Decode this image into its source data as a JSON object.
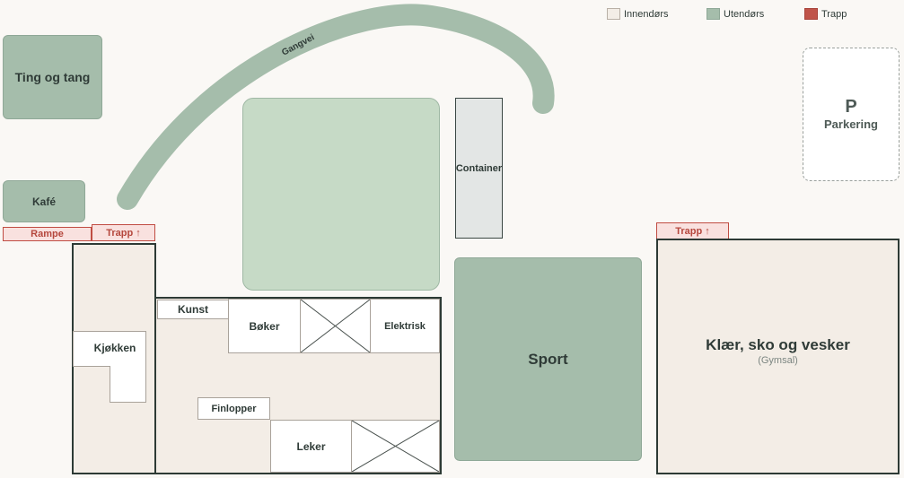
{
  "legend": {
    "indoor": {
      "label": "Innendørs",
      "color": "#f3ede6"
    },
    "outdoor": {
      "label": "Utendørs",
      "color": "#a5bdab"
    },
    "stairs": {
      "label": "Trapp",
      "color": "#c0544a"
    }
  },
  "path": {
    "label": "Gangvei",
    "color": "#a5bdab"
  },
  "areas": {
    "ting_og_tang": "Ting og tang",
    "kafe": "Kafé",
    "container": "Container",
    "parking_symbol": "P",
    "parking": "Parkering",
    "sport": "Sport",
    "gym": "Klær, sko og vesker",
    "gym_note": "(Gymsal)"
  },
  "ramps": {
    "rampe": "Rampe",
    "trapp_left": "Trapp ↑",
    "trapp_right": "Trapp ↑"
  },
  "rooms": {
    "kjokken": "Kjøkken",
    "kunst": "Kunst",
    "boker": "Bøker",
    "elektrisk": "Elektrisk",
    "finlopper": "Finlopper",
    "leker": "Leker"
  }
}
